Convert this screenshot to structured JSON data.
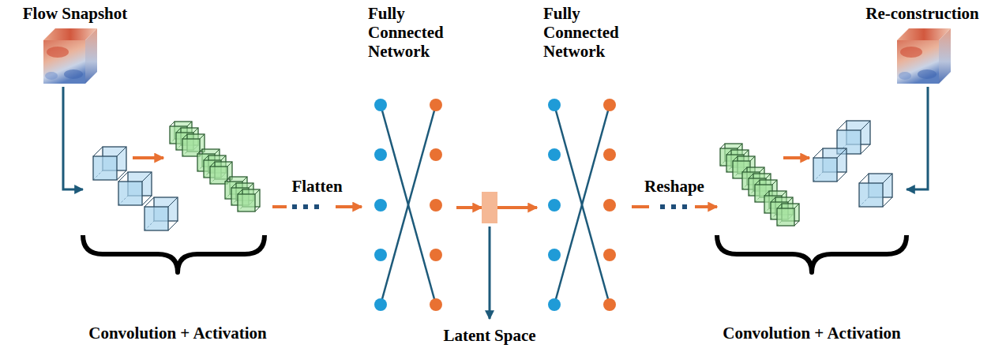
{
  "diagram": {
    "nodes": [
      {
        "text": [
          "Flow Snapshot"
        ]
      },
      {
        "text": [
          "Convolution + Activation"
        ]
      },
      {
        "text": [
          "Fully Connected Network"
        ]
      },
      {
        "text": [
          "Latent Space"
        ]
      },
      {
        "text": [
          "Fully Connected Network"
        ]
      },
      {
        "text": [
          "Convolution + Activation"
        ]
      },
      {
        "text": [
          "Re-construction"
        ]
      }
    ],
    "edges": [
      {
        "from": 0,
        "to": 1,
        "arrow": "to"
      },
      {
        "from": 1,
        "to": 2,
        "arrow": "to",
        "label": "Flatten"
      },
      {
        "from": 2,
        "to": 3,
        "arrow": "to"
      },
      {
        "from": 3,
        "to": 4,
        "arrow": "to"
      },
      {
        "from": 4,
        "to": 5,
        "arrow": "to",
        "label": "Reshape"
      },
      {
        "from": 6,
        "to": 5,
        "arrow": "to"
      }
    ]
  }
}
